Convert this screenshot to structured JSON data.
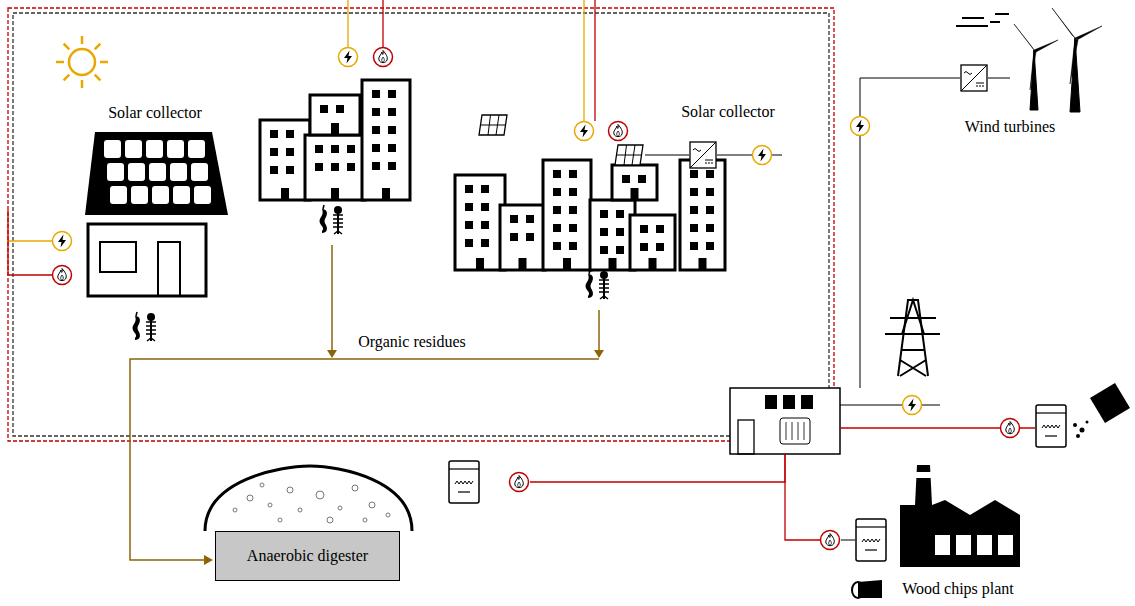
{
  "diagram": {
    "nodes": [
      {
        "text": [
          "Anaerobic digester"
        ]
      }
    ],
    "labels": [
      "Solar collector",
      "Solar collector",
      "Organic residues",
      "Wind turbines",
      "Wood chips plant"
    ]
  }
}
